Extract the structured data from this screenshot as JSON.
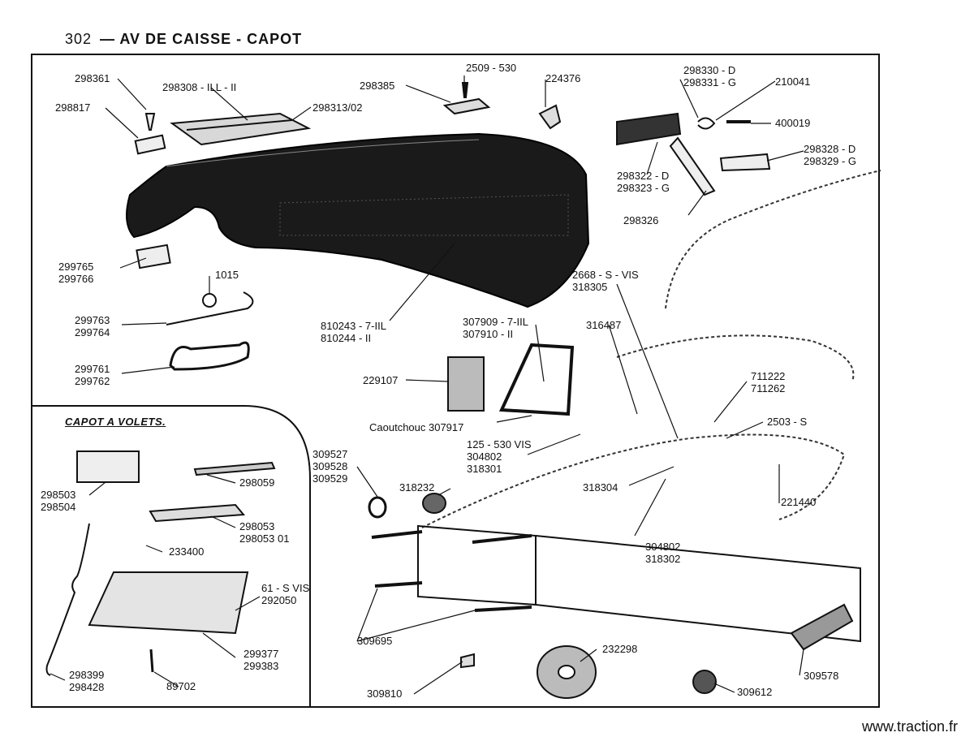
{
  "header": {
    "page_number": "302",
    "separator": "—",
    "title": "AV DE CAISSE - CAPOT"
  },
  "inset": {
    "title": "CAPOT A VOLETS."
  },
  "footer": {
    "site": "www.traction.fr"
  },
  "labels": {
    "p298361": "298361",
    "p298817": "298817",
    "p298308": "298308 - ILL - II",
    "p298313": "298313/02",
    "p298385": "298385",
    "p2509": "2509 - 530",
    "p224376": "224376",
    "p298330": "298330 - D",
    "p298331": "298331 - G",
    "p210041": "210041",
    "p400019": "400019",
    "p298328": "298328 - D",
    "p298329": "298329 - G",
    "p298322": "298322 - D",
    "p298323": "298323 - G",
    "p298326": "298326",
    "p299765": "299765",
    "p299766": "299766",
    "p1015": "1015",
    "p299763": "299763",
    "p299764": "299764",
    "p299761": "299761",
    "p299762": "299762",
    "p810243": "810243 - 7-IIL",
    "p810244": "810244 - II",
    "p2668": "2668 - S - VIS",
    "p318305": "318305",
    "p307909": "307909 - 7-IIL",
    "p307910": "307910 - II",
    "p316487": "316487",
    "p229107": "229107",
    "p307917": "Caoutchouc 307917",
    "p711222": "711222",
    "p711262": "711262",
    "p2503": "2503 - S",
    "p125": "125 - 530 VIS",
    "p304802a": "304802",
    "p318301": "318301",
    "p309527": "309527",
    "p309528": "309528",
    "p309529": "309529",
    "p318232": "318232",
    "p318304": "318304",
    "p221440": "221440",
    "p304802b": "304802",
    "p318302": "318302",
    "p298503": "298503",
    "p298504": "298504",
    "p298059": "298059",
    "p298053": "298053",
    "p298053b": "298053 01",
    "p233400": "233400",
    "p61s": "61 - S VIS",
    "p292050": "292050",
    "p299377": "299377",
    "p299383": "299383",
    "p298399": "298399",
    "p298428": "298428",
    "p89702": "89702",
    "p309695": "309695",
    "p232298": "232298",
    "p309810": "309810",
    "p309612": "309612",
    "p309578": "309578"
  }
}
